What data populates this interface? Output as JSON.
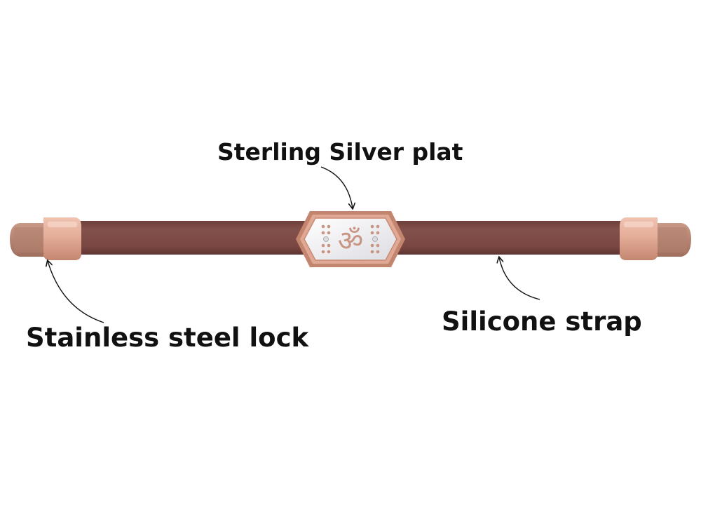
{
  "annotations": {
    "plate": "Sterling Silver plat",
    "lock": "Stainless steel lock",
    "strap": "Silicone strap"
  },
  "colors": {
    "strap": "#7d4a45",
    "rose_gold": "#d7a08c",
    "plate_frame": "#c98a74",
    "plate_face": "#f3f3f5",
    "symbol": "#c99582",
    "arrow": "#111111"
  },
  "icons": {
    "center_symbol": "om-symbol"
  }
}
